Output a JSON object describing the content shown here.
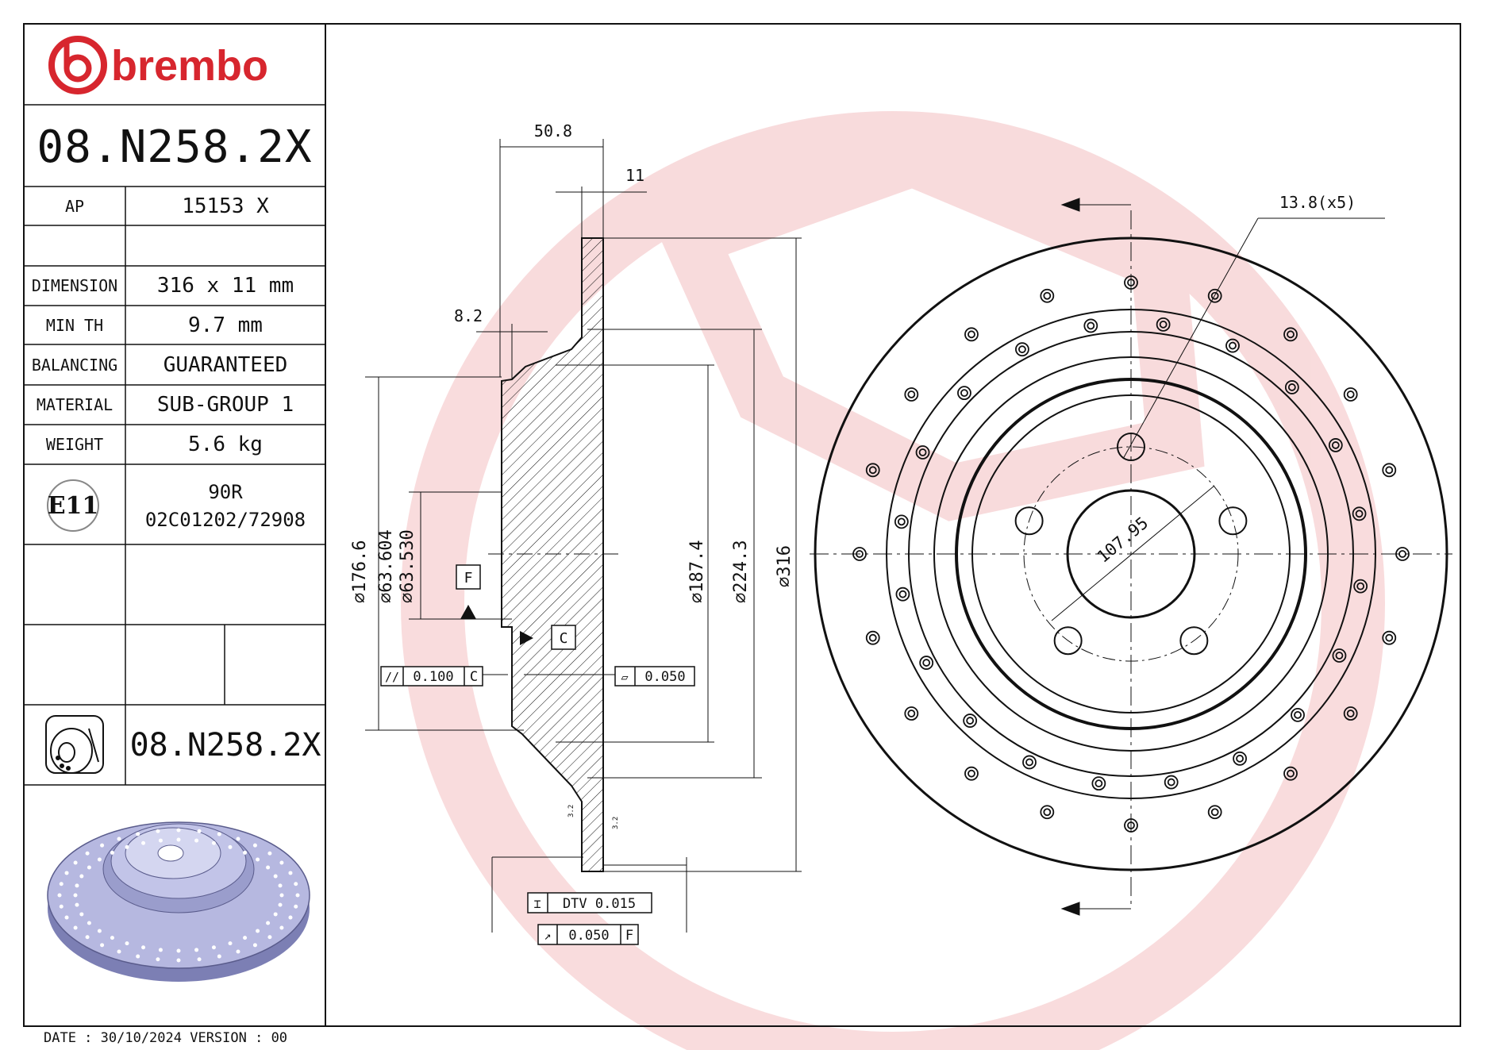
{
  "brand": {
    "logo_text": "brembo",
    "color": "#d7262e"
  },
  "title_block": {
    "part_number": "08.N258.2X",
    "rows": [
      {
        "label": "AP",
        "value": "15153 X"
      },
      {
        "label": "",
        "value": ""
      },
      {
        "label": "DIMENSION",
        "value": "316 x 11 mm"
      },
      {
        "label": "MIN TH",
        "value": "9.7 mm"
      },
      {
        "label": "BALANCING",
        "value": "GUARANTEED"
      },
      {
        "label": "MATERIAL",
        "value": "SUB-GROUP 1"
      },
      {
        "label": "WEIGHT",
        "value": "5.6 kg"
      }
    ],
    "approval": {
      "mark": "E11",
      "line1": "90R",
      "line2": "02C01202/72908"
    },
    "bottom_part_number": "08.N258.2X",
    "icon": "drilled-disc-icon",
    "preview": "disc-preview-image"
  },
  "footer": {
    "date_line": "DATE : 30/10/2024 VERSION : 00"
  },
  "section_view": {
    "dimensions": {
      "overall_width": "50.8",
      "thickness": "11",
      "hat_offset": "8.2",
      "d_176": "⌀176.6",
      "d_63_604": "⌀63.604",
      "d_63_530": "⌀63.530",
      "d_187": "⌀187.4",
      "d_224": "⌀224.3",
      "d_316": "⌀316"
    },
    "datums": {
      "f": "F",
      "c": "C"
    },
    "tolerances": {
      "parallelism_symbol": "//",
      "parallelism_value": "0.100",
      "parallelism_datum": "C",
      "flatness_symbol": "▱",
      "flatness_value": "0.050",
      "dtv_symbol": "⌶",
      "dtv_label": "DTV 0.015",
      "runout_symbol": "↗",
      "runout_value": "0.050",
      "runout_datum": "F"
    },
    "roughness": "3.2"
  },
  "front_view": {
    "hole_callout": "13.8(x5)",
    "pcd": "107.95"
  }
}
